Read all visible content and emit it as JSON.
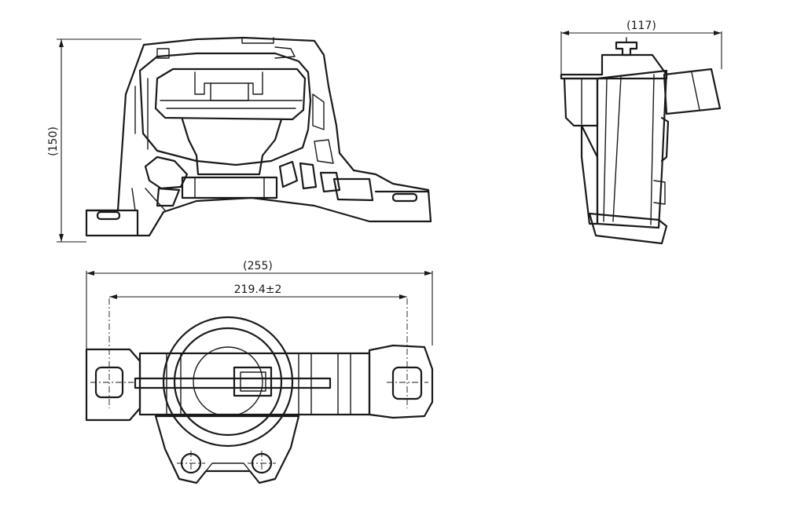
{
  "drawing": {
    "dimensions": {
      "front_height": "(150)",
      "side_width": "(117)",
      "top_overall": "(255)",
      "top_hole_spacing": "219.4±2"
    }
  }
}
